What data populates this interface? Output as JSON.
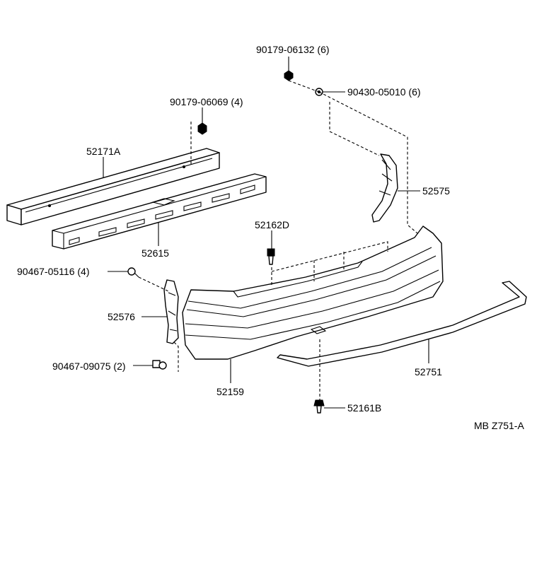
{
  "labels": {
    "p1": "90179-06132 (6)",
    "p2": "90430-05010 (6)",
    "p3": "90179-06069 (4)",
    "p4": "52171A",
    "p5": "52575",
    "p6": "52615",
    "p7": "52162D",
    "p8": "90467-05116 (4)",
    "p9": "52576",
    "p10": "90467-09075 (2)",
    "p11": "52159",
    "p12": "52751",
    "p13": "52161B"
  },
  "diagram_code": "MB  Z751-A"
}
